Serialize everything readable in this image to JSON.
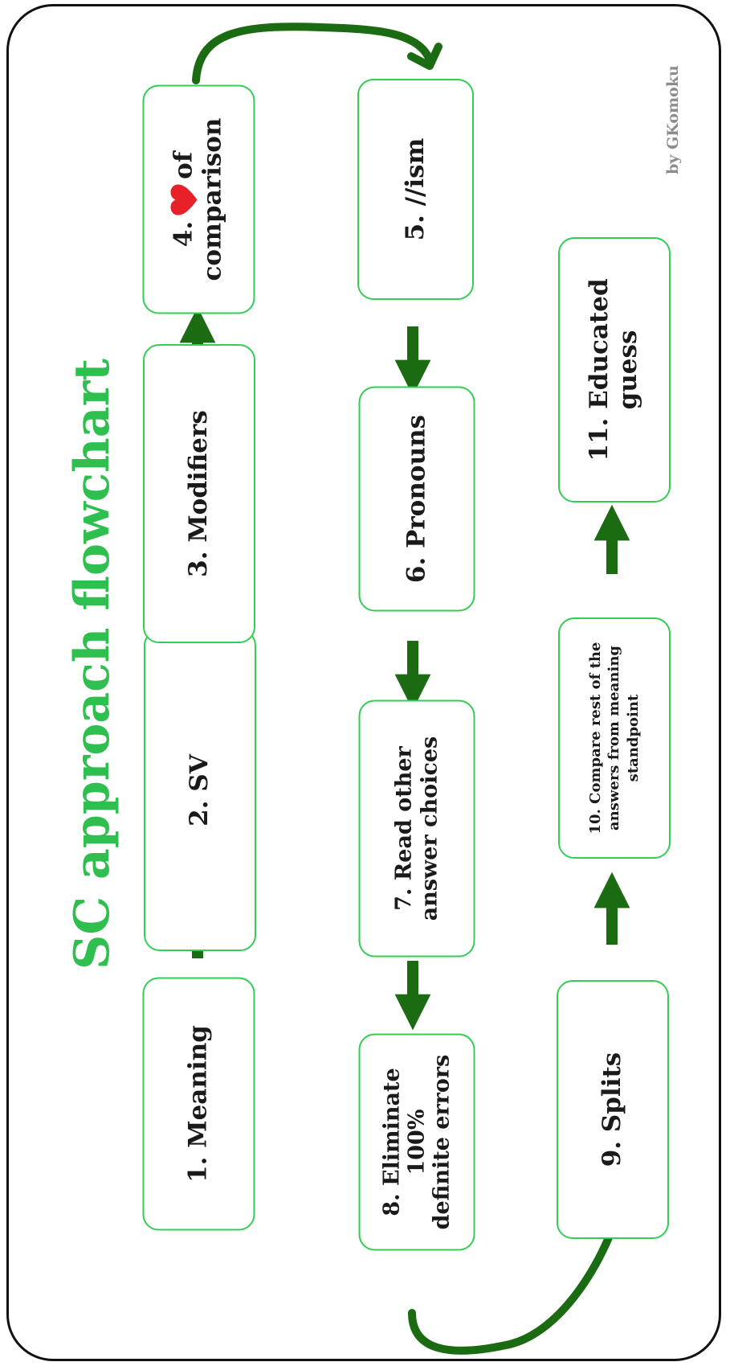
{
  "title": "SC approach flowchart",
  "credit": "by GKomoku",
  "colors": {
    "title": "#2fbf4f",
    "box_border": "#33cc55",
    "arrow": "#1a6b12",
    "heart": "#e8202a",
    "credit": "#8c8c8c"
  },
  "steps": [
    {
      "label": "1. Meaning"
    },
    {
      "label": "2. SV"
    },
    {
      "label": "3. Modifiers"
    },
    {
      "prefix": "4.",
      "icon": "heart-icon",
      "suffix": "of",
      "line2": "comparison"
    },
    {
      "label": "5. //ism"
    },
    {
      "label": "6. Pronouns"
    },
    {
      "line1": "7. Read other",
      "line2": "answer choices"
    },
    {
      "line1": "8. Eliminate 100%",
      "line2": "definite errors"
    },
    {
      "label": "9. Splits"
    },
    {
      "line1": "10. Compare rest of the",
      "line2": "answers from meaning",
      "line3": "standpoint"
    },
    {
      "line1": "11. Educated",
      "line2": "guess"
    }
  ]
}
